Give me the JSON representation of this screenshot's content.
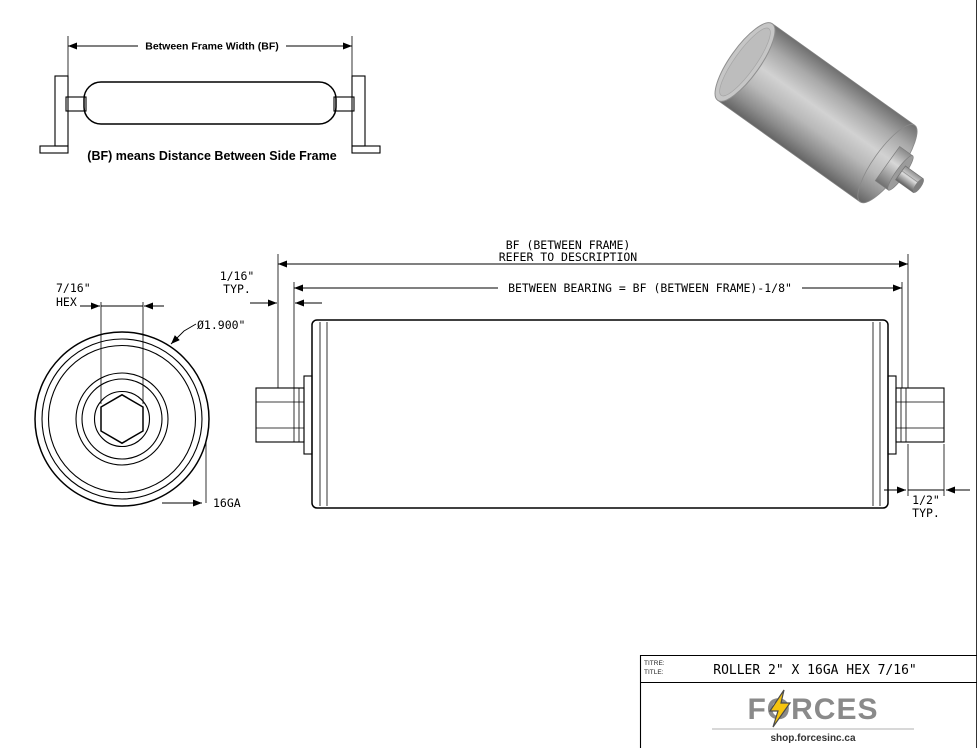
{
  "frame_diagram": {
    "width_label": "Between Frame Width (BF)",
    "caption": "(BF) means Distance Between Side Frame"
  },
  "end_view": {
    "hex_size": "7/16\"",
    "hex_word": "HEX",
    "diameter": "Ø1.900\"",
    "gauge": "16GA"
  },
  "side_view": {
    "bf_line1": "BF (BETWEEN FRAME)",
    "bf_line2": "REFER TO DESCRIPTION",
    "between_bearing": "BETWEEN BEARING = BF (BETWEEN FRAME)-1/8\"",
    "gap_typ_value": "1/16\"",
    "gap_typ_word": "TYP.",
    "shaft_typ_value": "1/2\"",
    "shaft_typ_word": "TYP."
  },
  "title_block": {
    "titre_label": "TITRE:",
    "title_label": "TITLE:",
    "drawing_title": "ROLLER 2\" X 16GA HEX 7/16\"",
    "brand": "FORCES",
    "website": "shop.forcesinc.ca"
  },
  "colors": {
    "line": "#000000",
    "bolt_yellow": "#f6c40f",
    "brand_gray": "#8a8a8a"
  }
}
